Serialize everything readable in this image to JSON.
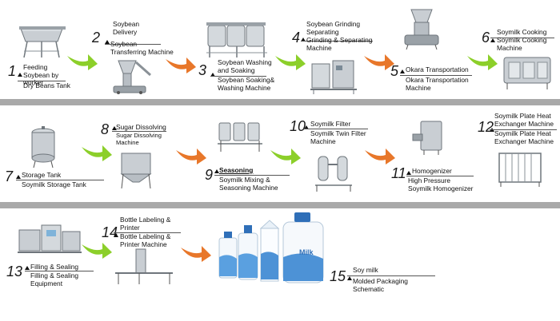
{
  "colors": {
    "band": "#a9a9a9",
    "arrow_green": "#8ccf2a",
    "arrow_orange": "#e8772a",
    "steel": "#c9ced3"
  },
  "steps": [
    {
      "num": "1",
      "name": "Feeding Soybean by worker",
      "machine": "Dry Beans Tank"
    },
    {
      "num": "2",
      "name": "Soybean Delivery",
      "machine": "Soybean Transferring Machine"
    },
    {
      "num": "3",
      "name": "Soybean Washing and Soaking",
      "machine": "Soybean Soaking& Washing Machine"
    },
    {
      "num": "4",
      "name": "Soybean Grinding Separating",
      "machine": "Grinding & Separating Machine"
    },
    {
      "num": "5",
      "name": "Okara Transportation",
      "machine": "Okara Transportation Machine"
    },
    {
      "num": "6",
      "name": "Soymilk Cooking",
      "machine": "Soymilk Cooking Machine"
    },
    {
      "num": "7",
      "name": "Storage Tank",
      "machine": "Soymilk Storage Tank"
    },
    {
      "num": "8",
      "name": "Sugar Dissolving",
      "machine": "Sugar Dissolving Machine"
    },
    {
      "num": "9",
      "name": "Seasoning",
      "machine": "Soymilk Mixing & Seasoning Machine"
    },
    {
      "num": "10",
      "name": "Soymilk Filter",
      "machine": "Soymilk Twin Filter Machine"
    },
    {
      "num": "11",
      "name": "Homogenizer",
      "machine": "High Pressure Soymilk Homogenizer"
    },
    {
      "num": "12",
      "name": "Soymilk Plate Heat Exchanger Machine",
      "machine": "Soymilk Plate Heat Exchanger Machine"
    },
    {
      "num": "13",
      "name": "Filling & Sealing",
      "machine": "Filling & Sealing Equipment"
    },
    {
      "num": "14",
      "name": "Bottle Labeling & Printer",
      "machine": "Bottle Labeling & Printer Machine"
    },
    {
      "num": "15",
      "name": "Soy milk",
      "machine": "Molded Packaging Schematic"
    }
  ],
  "product_label": "Milk"
}
